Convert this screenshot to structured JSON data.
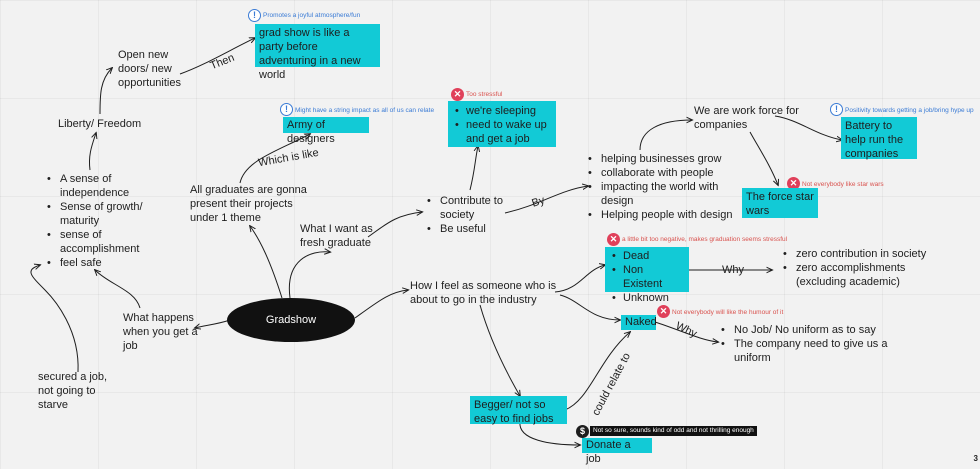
{
  "central": "Gradshow",
  "left": {
    "open_doors": "Open new doors/ new opportunities",
    "then_label": "Then",
    "liberty": "Liberty/ Freedom",
    "bullets": [
      "A sense of independence",
      "Sense of growth/ maturity",
      "sense of accomplishment",
      "feel safe"
    ],
    "secured": "secured a job, not going to starve",
    "what_happens": "What happens when you get a job"
  },
  "grad_show": {
    "note": "Promotes a joyful atmosphere/fun",
    "card": "grad show is like a party before adventuring in a new world"
  },
  "designers": {
    "note": "Might have a string impact as all of us can relate",
    "card": "Army of designers",
    "which_is_like": "Which is like",
    "all_graduates": "All graduates are gonna present their projects under 1 theme"
  },
  "fresh": {
    "what_i_want": "What I want as fresh graduate",
    "contribute": [
      "Contribute to society",
      "Be useful"
    ],
    "by_label": "By"
  },
  "sleeping": {
    "note": "Too stressful",
    "items": [
      "we're sleeping",
      "need to wake up and get a job"
    ]
  },
  "business": {
    "bullets": [
      "helping businesses grow",
      "collaborate with people",
      "impacting the world with design",
      "Helping people with design"
    ],
    "work_force": "We are work force for companies",
    "battery_note": "Positivity towards getting a job/bring hype up",
    "battery": "Battery to help run the companies",
    "star_note": "Not everybody like star wars",
    "star_card": "The force star wars"
  },
  "feel": {
    "how_i_feel": "How I feel as someone who is about to go in the industry",
    "negative_note": "a little bit too negative, makes graduation seems stressful",
    "dead_items": [
      "Dead",
      "Non Existent",
      "Unknown"
    ],
    "why1": "Why",
    "zero_items": [
      "zero contribution in society",
      "zero accomplishments (excluding academic)"
    ],
    "naked_note": "Not everybody will like the humour of it",
    "naked": "Naked",
    "why2": "Why",
    "no_job_items": [
      "No Job/ No uniform as to say",
      "The company need to give us a uniform"
    ],
    "begger": "Begger/ not so easy to find jobs",
    "could_relate": "could relate to",
    "donate_note": "Not so sure, sounds kind of odd and not thrilling enough",
    "donate": "Donate a job"
  },
  "page_number": "3",
  "colors": {
    "card": "#12cad6",
    "info": "#3a7bd5",
    "warn": "#e0405a",
    "node": "#111111"
  }
}
